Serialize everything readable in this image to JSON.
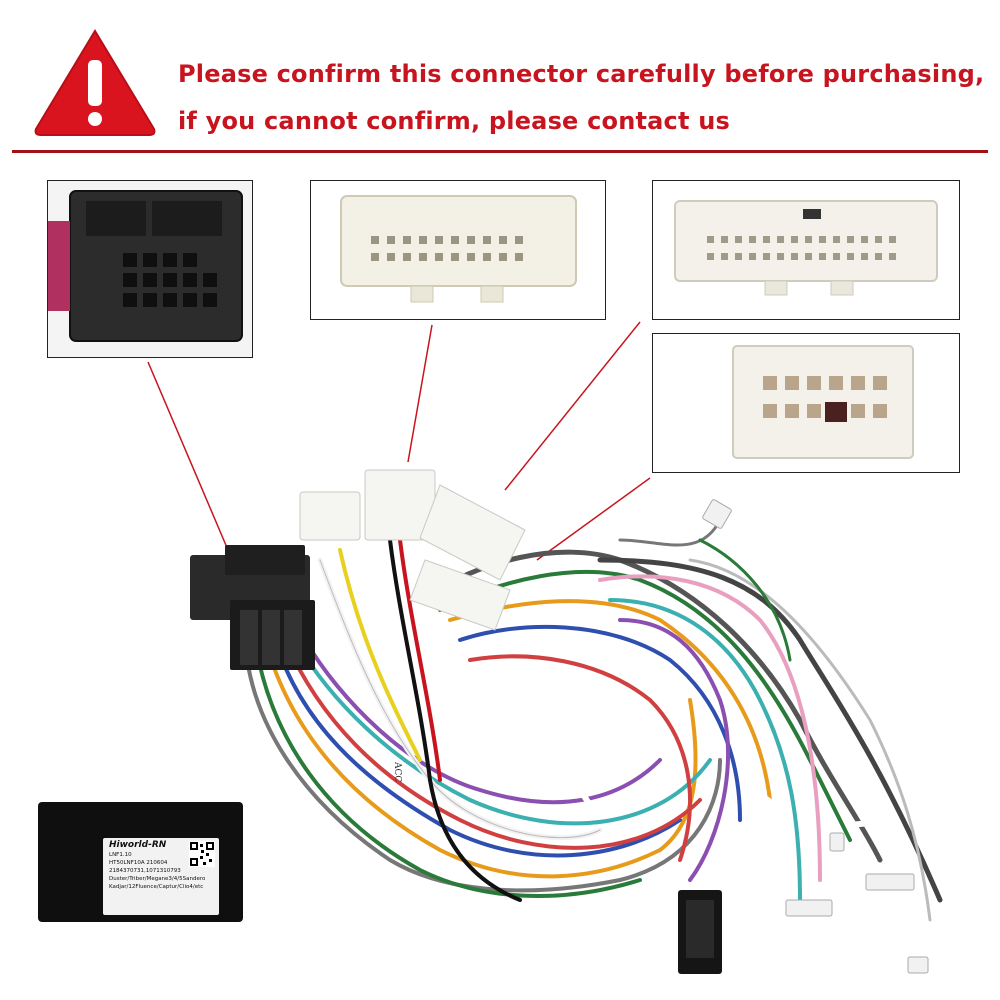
{
  "banner": {
    "line1": "Please confirm this connector carefully before purchasing,",
    "line2": "if you cannot confirm, please contact us",
    "icon": "warning-triangle-icon",
    "text_color": "#c8141e",
    "rule_color": "#a01218"
  },
  "module_label": {
    "brand": "Hiworld-RN",
    "lines": [
      "LNF1.10",
      "HT50LNF10A    210604",
      "2184370731,1071310793",
      "Duster/Triber/Megane3/4/5Sandero",
      "Kadjar/12Fluence/Captur/Clio4/etc"
    ]
  },
  "wire_tag": "ACC"
}
